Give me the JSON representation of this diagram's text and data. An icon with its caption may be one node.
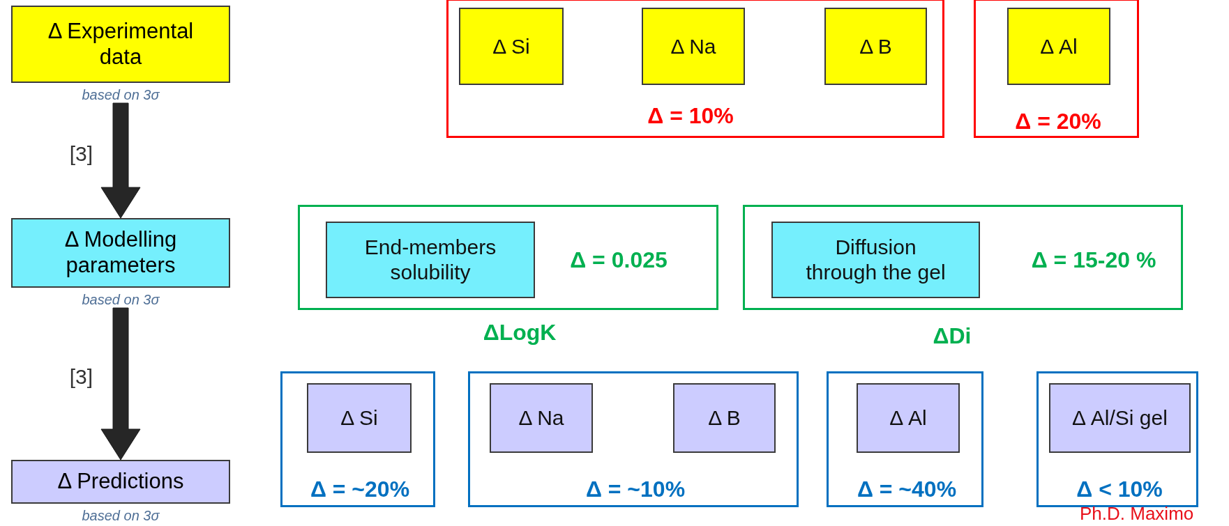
{
  "diagram": {
    "nodes": [
      {
        "text": [
          "Δ Experimental data"
        ],
        "beside": [
          "based on 3σ"
        ]
      },
      {
        "text": [
          "Δ = 10%"
        ]
      },
      {
        "text": [
          "Δ Si"
        ],
        "in": 1
      },
      {
        "text": [
          "Δ Na"
        ],
        "in": 1
      },
      {
        "text": [
          "Δ B"
        ],
        "in": 1
      },
      {
        "text": [
          "Δ = 20%"
        ]
      },
      {
        "text": [
          "Δ Al"
        ],
        "in": 5
      },
      {
        "text": [
          "Δ Modelling parameters"
        ],
        "beside": [
          "based on 3σ"
        ]
      },
      {
        "text": [
          "Δ = 0.025",
          "ΔLogK"
        ]
      },
      {
        "text": [
          "End-members solubility"
        ],
        "in": 8
      },
      {
        "text": [
          "Δ = 15-20 %",
          "ΔDi"
        ]
      },
      {
        "text": [
          "Diffusion through the gel"
        ],
        "in": 10
      },
      {
        "text": [
          "Δ = ~20%"
        ]
      },
      {
        "text": [
          "Δ Si"
        ],
        "in": 12
      },
      {
        "text": [
          "Δ = ~10%"
        ]
      },
      {
        "text": [
          "Δ Na"
        ],
        "in": 14
      },
      {
        "text": [
          "Δ B"
        ],
        "in": 14
      },
      {
        "text": [
          "Δ = ~40%"
        ]
      },
      {
        "text": [
          "Δ Al"
        ],
        "in": 17
      },
      {
        "text": [
          "Δ < 10%"
        ]
      },
      {
        "text": [
          "Δ Al/Si gel"
        ],
        "in": 19
      },
      {
        "text": [
          "Δ Predictions"
        ],
        "beside": [
          "based on 3σ"
        ]
      }
    ],
    "edges": [
      {
        "from": 0,
        "to": 7,
        "arrow": "to",
        "label": "[3]",
        "style": "thick"
      },
      {
        "from": 7,
        "to": 21,
        "arrow": "to",
        "label": "[3]",
        "style": "thick"
      }
    ],
    "labels": [
      "Ph.D. Maximo"
    ]
  }
}
